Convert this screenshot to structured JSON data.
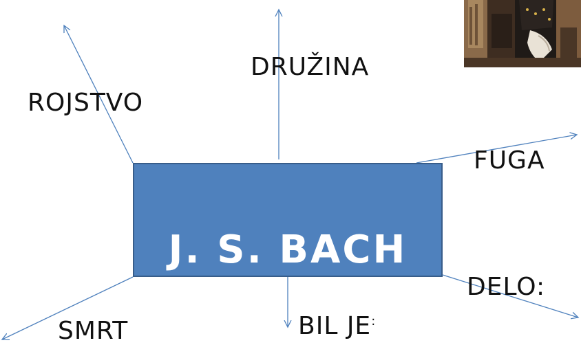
{
  "center": {
    "title": "J. S. BACH",
    "fill_color": "#4f81bd",
    "border_color": "#385d8a",
    "text_color": "#ffffff"
  },
  "branches": {
    "rojstvo": "ROJSTVO",
    "druzina": "DRUŽINA",
    "fuga": "FUGA",
    "delo": "DELO:",
    "bil_je": "BIL JE",
    "bil_je_suffix": ":",
    "smrt": "SMRT"
  },
  "arrow_color": "#4f81bd",
  "portrait": {
    "alt_subject": "organist-painting"
  }
}
